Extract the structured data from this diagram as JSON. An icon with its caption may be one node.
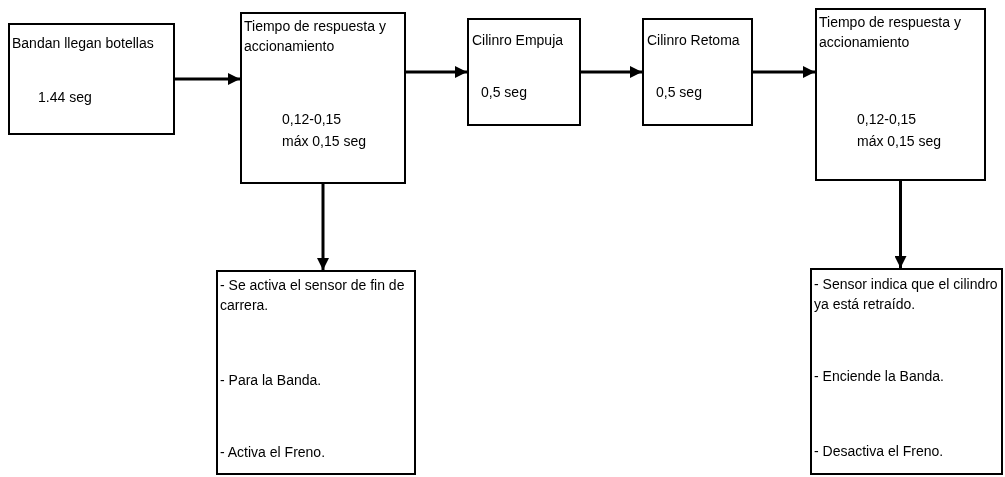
{
  "diagram": {
    "nodes": [
      {
        "text": [
          "Bandan llegan botellas",
          "1.44 seg"
        ]
      },
      {
        "text": [
          "Tiempo de respuesta y accionamiento",
          "0,12-0,15",
          "máx 0,15 seg"
        ]
      },
      {
        "text": [
          "Cilinro Empuja",
          "0,5 seg"
        ]
      },
      {
        "text": [
          "Cilinro Retoma",
          "0,5 seg"
        ]
      },
      {
        "text": [
          "Tiempo de respuesta y accionamiento",
          "0,12-0,15",
          "máx 0,15 seg"
        ]
      },
      {
        "text": [
          "- Se activa el sensor de fin de carrera.",
          "- Para la Banda.",
          "- Activa el Freno."
        ]
      },
      {
        "text": [
          "- Sensor indica que el cilindro ya está retraído.",
          "- Enciende la Banda.",
          "- Desactiva el Freno."
        ]
      }
    ],
    "edges": [
      {
        "from": 0,
        "to": 1,
        "arrow": "to"
      },
      {
        "from": 1,
        "to": 2,
        "arrow": "to"
      },
      {
        "from": 2,
        "to": 3,
        "arrow": "to"
      },
      {
        "from": 3,
        "to": 4,
        "arrow": "to"
      },
      {
        "from": 1,
        "to": 5,
        "arrow": "to"
      },
      {
        "from": 4,
        "to": 6,
        "arrow": "to"
      }
    ]
  }
}
